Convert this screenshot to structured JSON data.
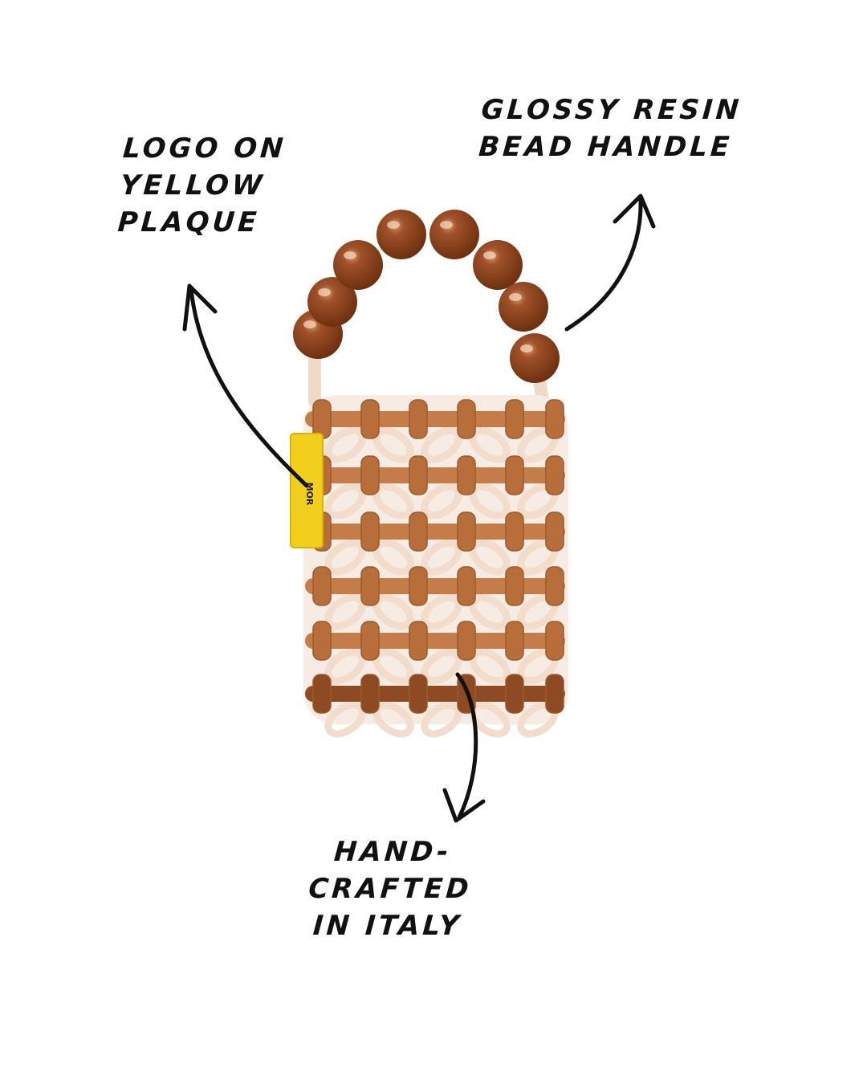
{
  "callouts": {
    "logo": {
      "lines": [
        "LOGO ON",
        "YELLOW",
        "PLAQUE"
      ]
    },
    "handle": {
      "lines": [
        "GLOSSY RESIN",
        "BEAD HANDLE"
      ]
    },
    "craft": {
      "lines": [
        "HAND-",
        "CRAFTED",
        "IN ITALY"
      ]
    }
  },
  "tag": {
    "text": "MOR"
  },
  "colors": {
    "bead": "#8b3f16",
    "bead_highlight": "#c98556",
    "caramel": "#c47d48",
    "cream": "#f2dccb",
    "dark_ring": "#8e4a22",
    "tag_yellow": "#f2cf1d",
    "ink": "#111111"
  },
  "icons": [
    "arrow-up-icon",
    "arrow-down-icon"
  ]
}
